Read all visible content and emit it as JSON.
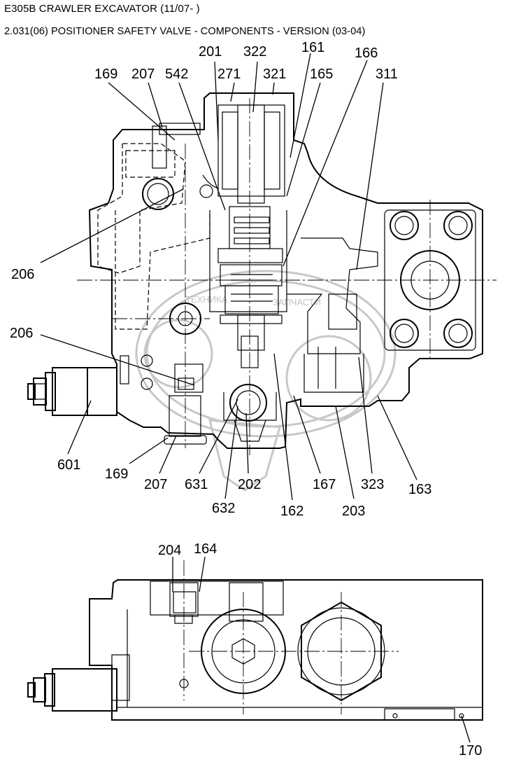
{
  "header": {
    "model": "E305B CRAWLER EXCAVATOR (11/07- )",
    "section": "2.031(06) POSITIONER SAFETY VALVE - COMPONENTS - VERSION (03-04)"
  },
  "watermark": {
    "text_left": "ТЕХНИКА",
    "text_right": "ЗАПЧАСТИ"
  },
  "callouts": {
    "c201": "201",
    "c322": "322",
    "c161": "161",
    "c166": "166",
    "c169a": "169",
    "c207a": "207",
    "c542": "542",
    "c271": "271",
    "c321": "321",
    "c165": "165",
    "c311": "311",
    "c206a": "206",
    "c206b": "206",
    "c601": "601",
    "c169b": "169",
    "c207b": "207",
    "c631": "631",
    "c202": "202",
    "c167": "167",
    "c323": "323",
    "c163": "163",
    "c632": "632",
    "c162": "162",
    "c203": "203",
    "c204": "204",
    "c164": "164",
    "c170": "170"
  }
}
